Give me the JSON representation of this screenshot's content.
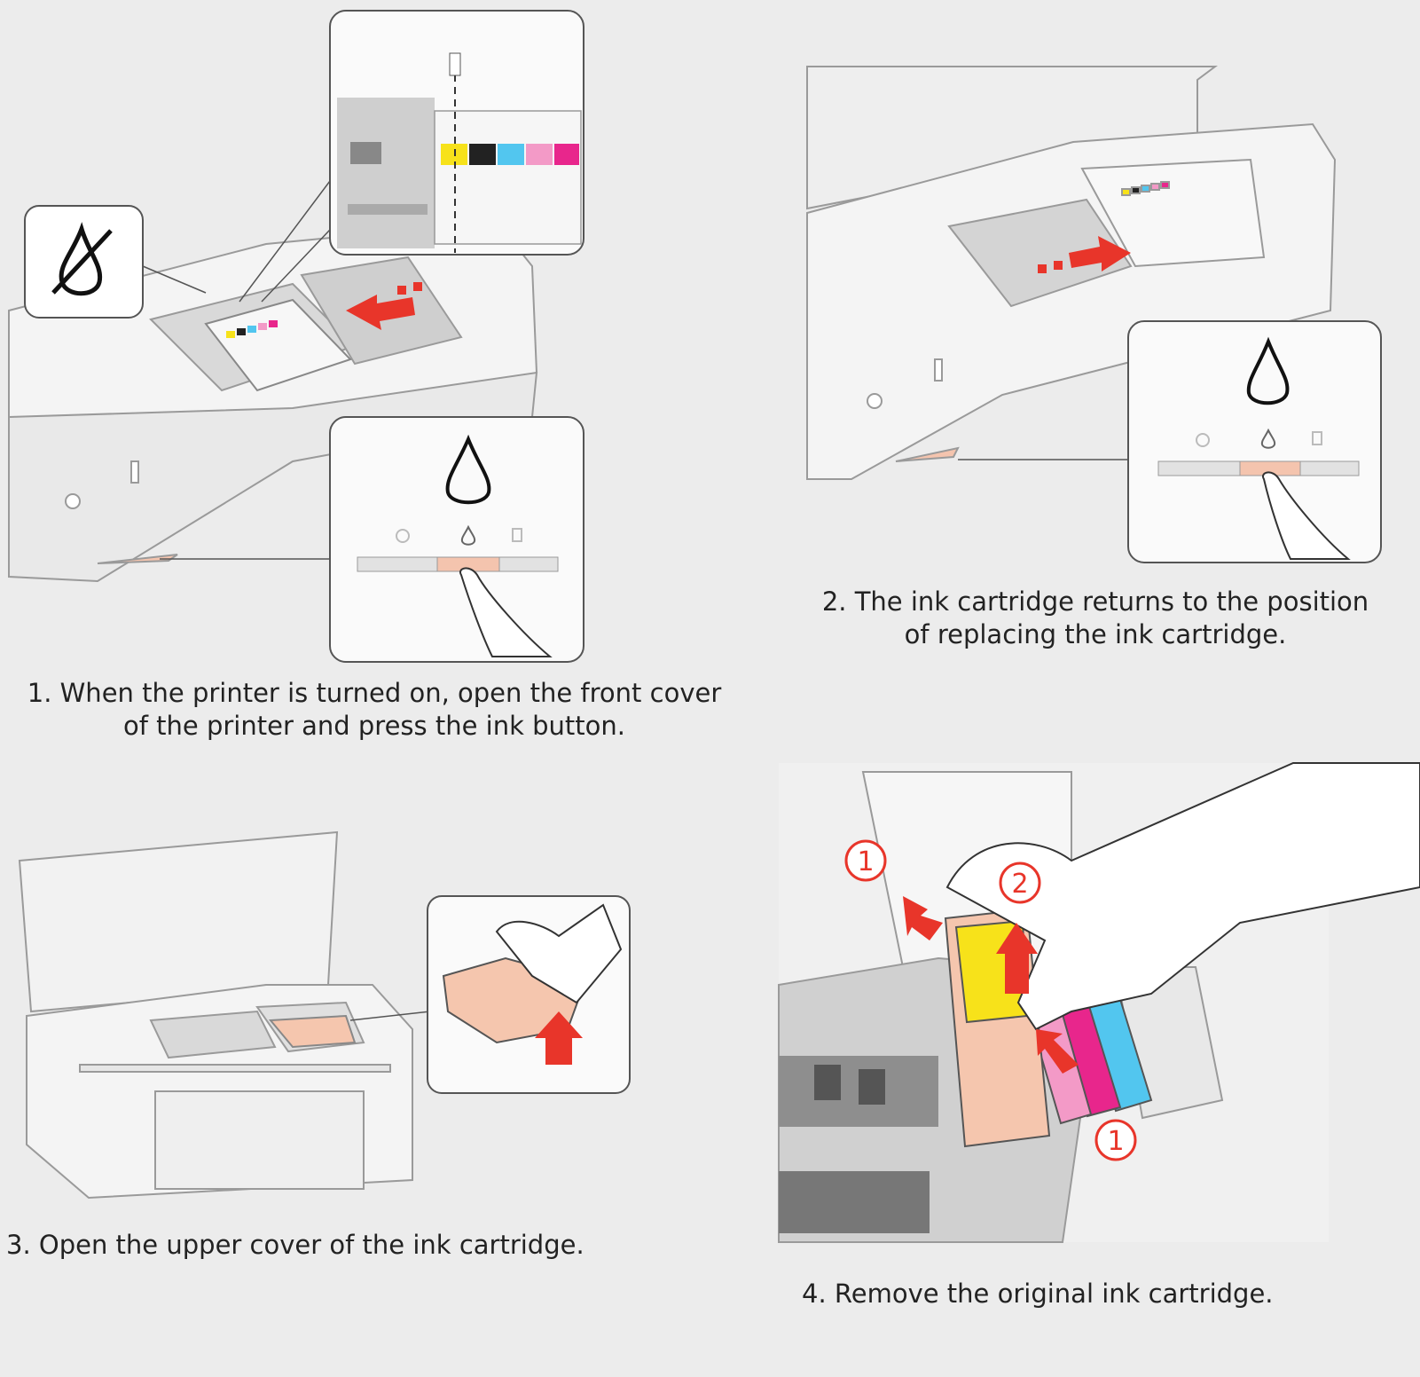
{
  "steps": [
    {
      "number": "1.",
      "line1": "1. When the printer is turned on, open the front cover",
      "line2": "of the printer and press the ink button."
    },
    {
      "number": "2.",
      "line1": "2. The ink cartridge returns to the position",
      "line2": "of replacing the ink cartridge."
    },
    {
      "number": "3.",
      "line1": "3. Open the upper cover of the ink cartridge.",
      "line2": ""
    },
    {
      "number": "4.",
      "line1": "4. Remove the original ink cartridge.",
      "line2": ""
    }
  ],
  "callouts": {
    "step4_a": "1",
    "step4_b": "2",
    "step4_c": "1"
  },
  "icons": [
    "ink-drop-crossed-icon",
    "ink-drop-icon",
    "power-icon",
    "paper-trash-icon",
    "red-arrow-icon",
    "finger-press-icon"
  ],
  "colors": {
    "background": "#ececec",
    "arrow_red": "#e8352a",
    "button_peach": "#f4c4ae",
    "yellow": "#f7e21a",
    "black": "#222222",
    "cyan": "#52c6ef",
    "light_magenta": "#f39ac7",
    "magenta": "#e8268c",
    "cartridge_peach": "#f5c6ae"
  }
}
